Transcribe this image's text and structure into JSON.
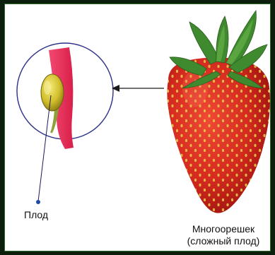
{
  "labels": {
    "seed": "Плод",
    "berry_line1": "Многоорешек",
    "berry_line2": "(сложный плод)"
  },
  "colors": {
    "frame": "#0c1f0c",
    "circle_outline": "#2b2f8a",
    "berry_red": "#d42a1f",
    "berry_dark": "#9e130f",
    "leaf_green": "#3f8a2e",
    "flesh_pink": "#e8315a",
    "achene_yellow": "#d9c832"
  },
  "icons": {
    "pointer_arrow": "arrow-left-icon",
    "label_dot": "dot-icon"
  }
}
